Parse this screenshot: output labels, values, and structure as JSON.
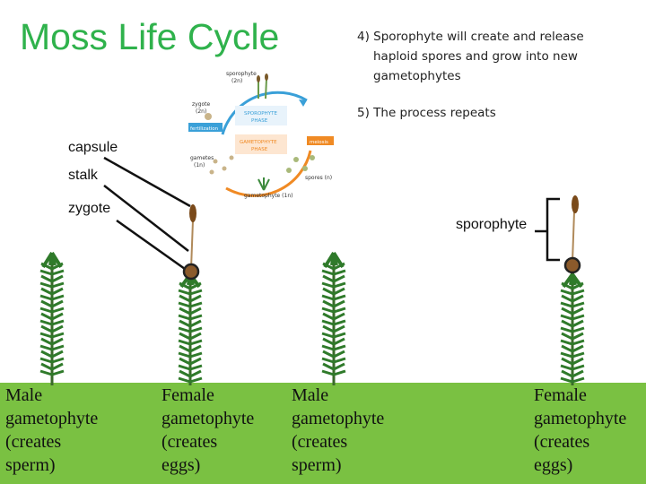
{
  "title": "Moss Life Cycle",
  "steps": {
    "step4_number": "4)",
    "step4_line1": "Sporophyte will create and release",
    "step4_line2": "haploid spores and grow into new",
    "step4_line3": "gametophytes",
    "step5": "5) The process repeats"
  },
  "cycle": {
    "sporophyte": "sporophyte",
    "sporophyte_ploidy": "(2n)",
    "zygote": "zygote",
    "zygote_ploidy": "(2n)",
    "fertilization": "fertilization",
    "sporophyte_phase_1": "SPOROPHYTE",
    "sporophyte_phase_2": "PHASE",
    "gametophyte_phase_1": "GAMETOPHYTE",
    "gametophyte_phase_2": "PHASE",
    "meiosis": "meiosis",
    "gametes": "gametes",
    "gametes_ploidy": "(1n)",
    "spores": "spores (n)",
    "gametophyte": "gametophyte (1n)"
  },
  "labels": {
    "capsule": "capsule",
    "stalk": "stalk",
    "zygote": "zygote",
    "sporophyte": "sporophyte"
  },
  "captions": [
    {
      "line1": "Male",
      "line2": "gametophyte",
      "line3": "(creates",
      "line4": "sperm)"
    },
    {
      "line1": "Female",
      "line2": "gametophyte",
      "line3": "(creates",
      "line4": "eggs)"
    },
    {
      "line1": "Male",
      "line2": "gametophyte",
      "line3": "(creates",
      "line4": "sperm)"
    },
    {
      "line1": "Female",
      "line2": "gametophyte",
      "line3": "(creates",
      "line4": "eggs)"
    }
  ],
  "colors": {
    "title": "#2fb24c",
    "band": "#7ac142",
    "cycle_blue": "#3aa0d8",
    "cycle_orange": "#f08a24",
    "moss_dark": "#2f7a2a",
    "moss_light": "#6cbf3c",
    "zygote_fill": "#8b5a2b"
  }
}
